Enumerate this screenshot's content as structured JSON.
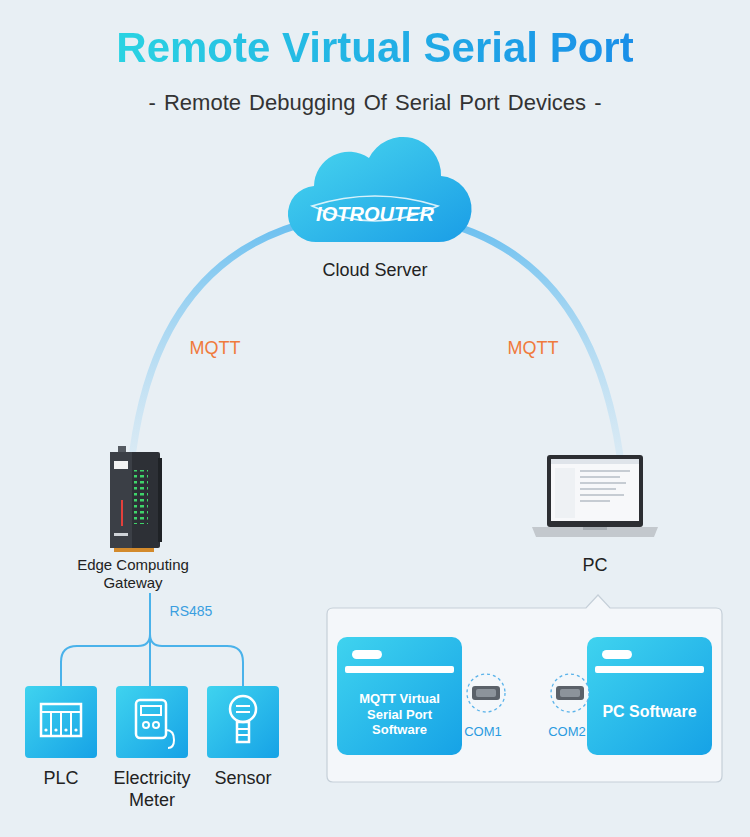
{
  "diagram": {
    "title": "Remote Virtual Serial Port",
    "nodes": [
      {
        "text": [
          "IOTROUTER",
          "Cloud Server"
        ]
      },
      {
        "text": [
          "Edge Computing Gateway"
        ]
      },
      {
        "text": [
          "PC"
        ]
      },
      {
        "text": [
          "PLC"
        ]
      },
      {
        "text": [
          "Electricity Meter"
        ]
      },
      {
        "text": [
          "Sensor"
        ]
      },
      {
        "text": [
          "MQTT Virtual Serial Port Software"
        ]
      },
      {
        "text": [
          "PC Software"
        ]
      }
    ],
    "edges": [
      {
        "from": 1,
        "to": 0,
        "label": "MQTT",
        "arrow": "none"
      },
      {
        "from": 2,
        "to": 0,
        "label": "MQTT",
        "arrow": "none"
      },
      {
        "from": 1,
        "to": 3,
        "arrow": "none"
      },
      {
        "from": 1,
        "to": 4,
        "label": "RS485",
        "arrow": "none"
      },
      {
        "from": 1,
        "to": 5,
        "arrow": "none"
      },
      {
        "from": 6,
        "to": 7,
        "arrow": "both"
      }
    ],
    "labels": [
      "- Remote Debugging Of Serial Port Devices -",
      "COM1",
      "COM2"
    ]
  }
}
